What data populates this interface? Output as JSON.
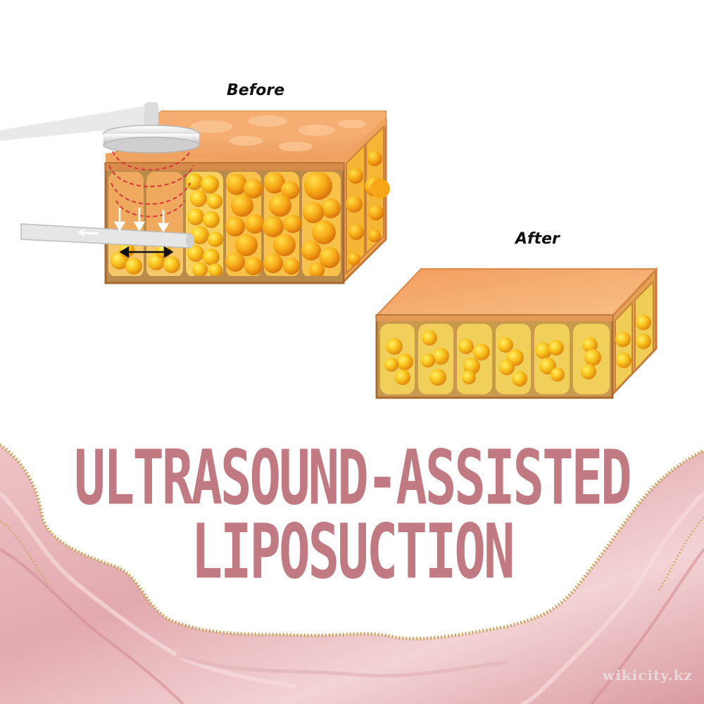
{
  "labels": {
    "before": "Before",
    "after": "After"
  },
  "title": {
    "line1": "ULTRASOUND-ASSISTED",
    "line2": "LIPOSUCTION"
  },
  "watermark": "wikicity.kz",
  "colors": {
    "title": "#c27a82",
    "skin_top": "#f6b07a",
    "skin_side": "#d98c4e",
    "fat": "#f7b21a",
    "fat_highlight": "#ffd85a",
    "marble_pink": "#e9b9bd",
    "gold_vein": "#c9a55a",
    "probe": "#e6e6e6",
    "wave": "#d9353a"
  },
  "icons": [
    "ultrasound-probe-icon",
    "cannula-icon",
    "double-arrow-icon",
    "down-arrow-icon"
  ]
}
